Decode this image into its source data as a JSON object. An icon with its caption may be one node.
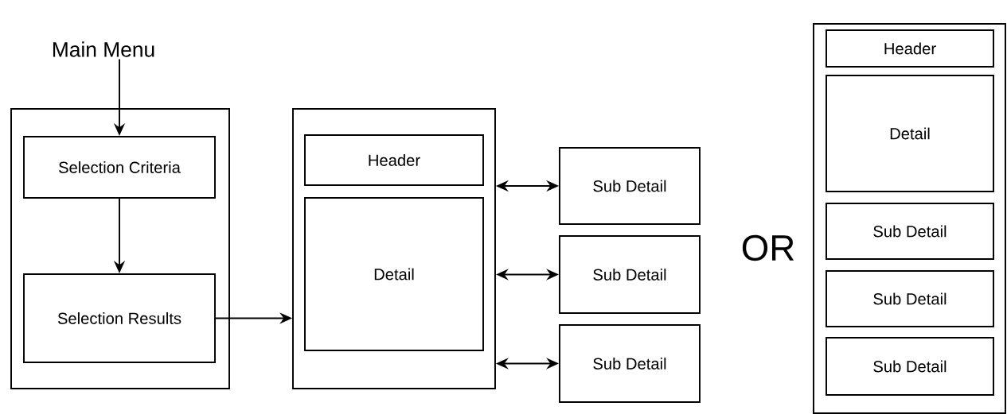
{
  "diagram": {
    "nodes": [
      {
        "text": [
          "Main Menu"
        ]
      },
      {
        "text": [],
        "shape": "box"
      },
      {
        "text": [
          "Selection Criteria"
        ],
        "in": 1
      },
      {
        "text": [
          "Selection Results"
        ],
        "in": 1
      },
      {
        "text": [],
        "shape": "box"
      },
      {
        "text": [
          "Header"
        ],
        "in": 4
      },
      {
        "text": [
          "Detail"
        ],
        "in": 4
      },
      {
        "text": [
          "Sub Detail"
        ]
      },
      {
        "text": [
          "Sub Detail"
        ]
      },
      {
        "text": [
          "Sub Detail"
        ]
      },
      {
        "text": [],
        "shape": "box"
      },
      {
        "text": [
          "Header"
        ],
        "in": 10
      },
      {
        "text": [
          "Detail"
        ],
        "in": 10
      },
      {
        "text": [
          "Sub Detail"
        ],
        "in": 10
      },
      {
        "text": [
          "Sub Detail"
        ],
        "in": 10
      },
      {
        "text": [
          "Sub Detail"
        ],
        "in": 10
      }
    ],
    "edges": [
      {
        "from": 0,
        "to": 2,
        "arrow": "to"
      },
      {
        "from": 2,
        "to": 3,
        "arrow": "to"
      },
      {
        "from": 3,
        "to": 4,
        "arrow": "to"
      },
      {
        "from": 4,
        "to": 7,
        "arrow": "both"
      },
      {
        "from": 4,
        "to": 8,
        "arrow": "both"
      },
      {
        "from": 4,
        "to": 9,
        "arrow": "both"
      }
    ],
    "labels": [
      "OR"
    ]
  }
}
